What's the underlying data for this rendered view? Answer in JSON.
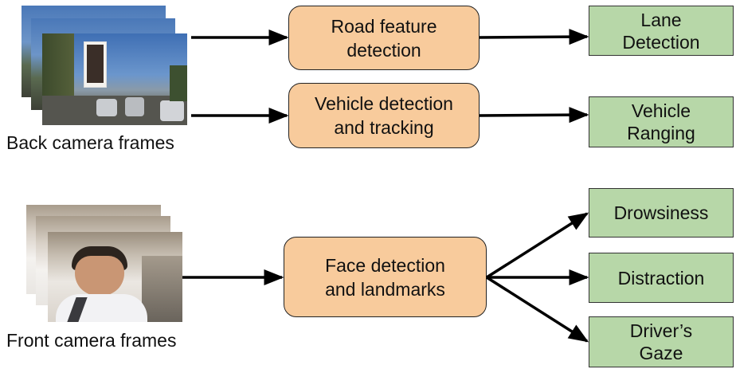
{
  "inputs": {
    "back": {
      "caption": "Back camera frames",
      "image": "road-traffic-frames"
    },
    "front": {
      "caption": "Front camera frames",
      "image": "driver-face-frames"
    }
  },
  "processing": [
    {
      "id": "road",
      "lines": [
        "Road feature",
        "detection"
      ]
    },
    {
      "id": "vehicle",
      "lines": [
        "Vehicle detection",
        "and tracking"
      ]
    },
    {
      "id": "face",
      "lines": [
        "Face detection",
        "and landmarks"
      ]
    }
  ],
  "outputs": [
    {
      "id": "lane",
      "lines": [
        "Lane",
        "Detection"
      ]
    },
    {
      "id": "ranging",
      "lines": [
        "Vehicle",
        "Ranging"
      ]
    },
    {
      "id": "drowsiness",
      "lines": [
        "Drowsiness"
      ]
    },
    {
      "id": "distraction",
      "lines": [
        "Distraction"
      ]
    },
    {
      "id": "gaze",
      "lines": [
        "Driver’s",
        "Gaze"
      ]
    }
  ],
  "edges": [
    {
      "from": "back",
      "to": "road"
    },
    {
      "from": "back",
      "to": "vehicle"
    },
    {
      "from": "road",
      "to": "lane"
    },
    {
      "from": "vehicle",
      "to": "ranging"
    },
    {
      "from": "front",
      "to": "face"
    },
    {
      "from": "face",
      "to": "drowsiness"
    },
    {
      "from": "face",
      "to": "distraction"
    },
    {
      "from": "face",
      "to": "gaze"
    }
  ],
  "colors": {
    "process_fill": "#f8cb9c",
    "output_fill": "#b7d7a8",
    "arrow": "#000000"
  }
}
